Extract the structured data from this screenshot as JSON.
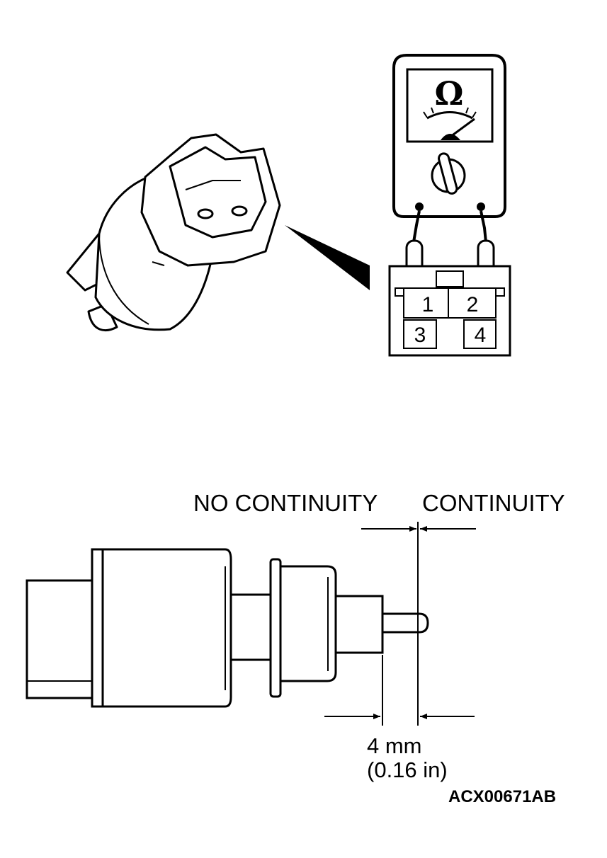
{
  "diagram": {
    "meter_symbol": "Ω",
    "connector_pins": [
      "1",
      "2",
      "3",
      "4"
    ],
    "label_no_continuity": "NO CONTINUITY",
    "label_continuity": "CONTINUITY",
    "dimension_mm": "4 mm",
    "dimension_in": "(0.16 in)",
    "figure_code": "ACX00671AB"
  }
}
